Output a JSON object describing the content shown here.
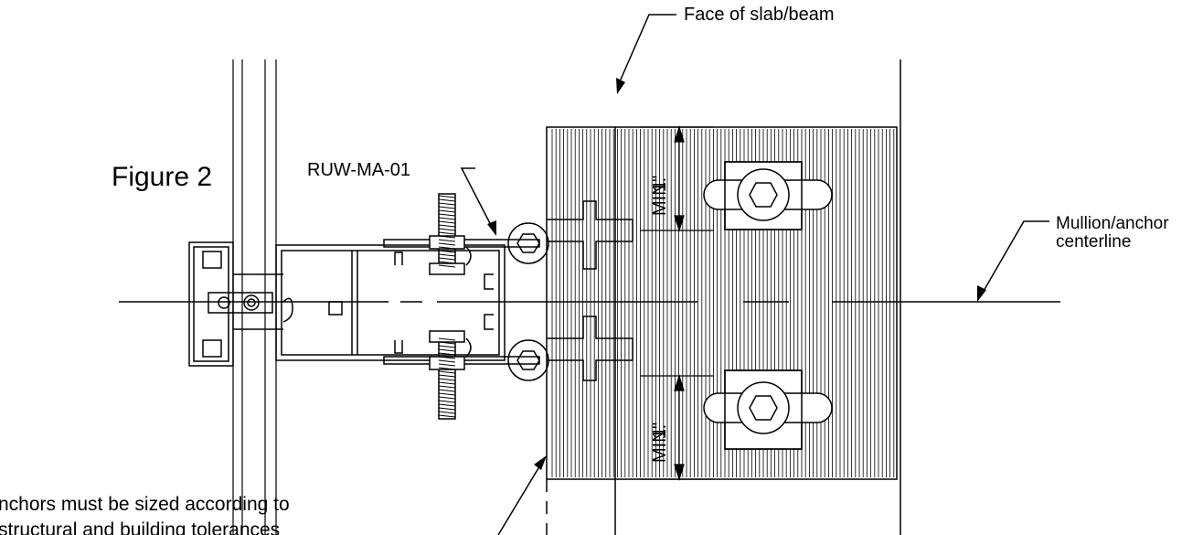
{
  "figure_label": "Figure 2",
  "callouts": {
    "face_of_slab": "Face of slab/beam",
    "anchor_part": "RUW-MA-01",
    "centerline_line1": "Mullion/anchor",
    "centerline_line2": "centerline",
    "note_line1": "nchors must be sized according to",
    "note_line2": "structural and building tolerances"
  },
  "dimensions": {
    "upper_value": "1\"",
    "upper_qualifier": "MIN.",
    "lower_value": "1\"",
    "lower_qualifier": "MIN."
  }
}
